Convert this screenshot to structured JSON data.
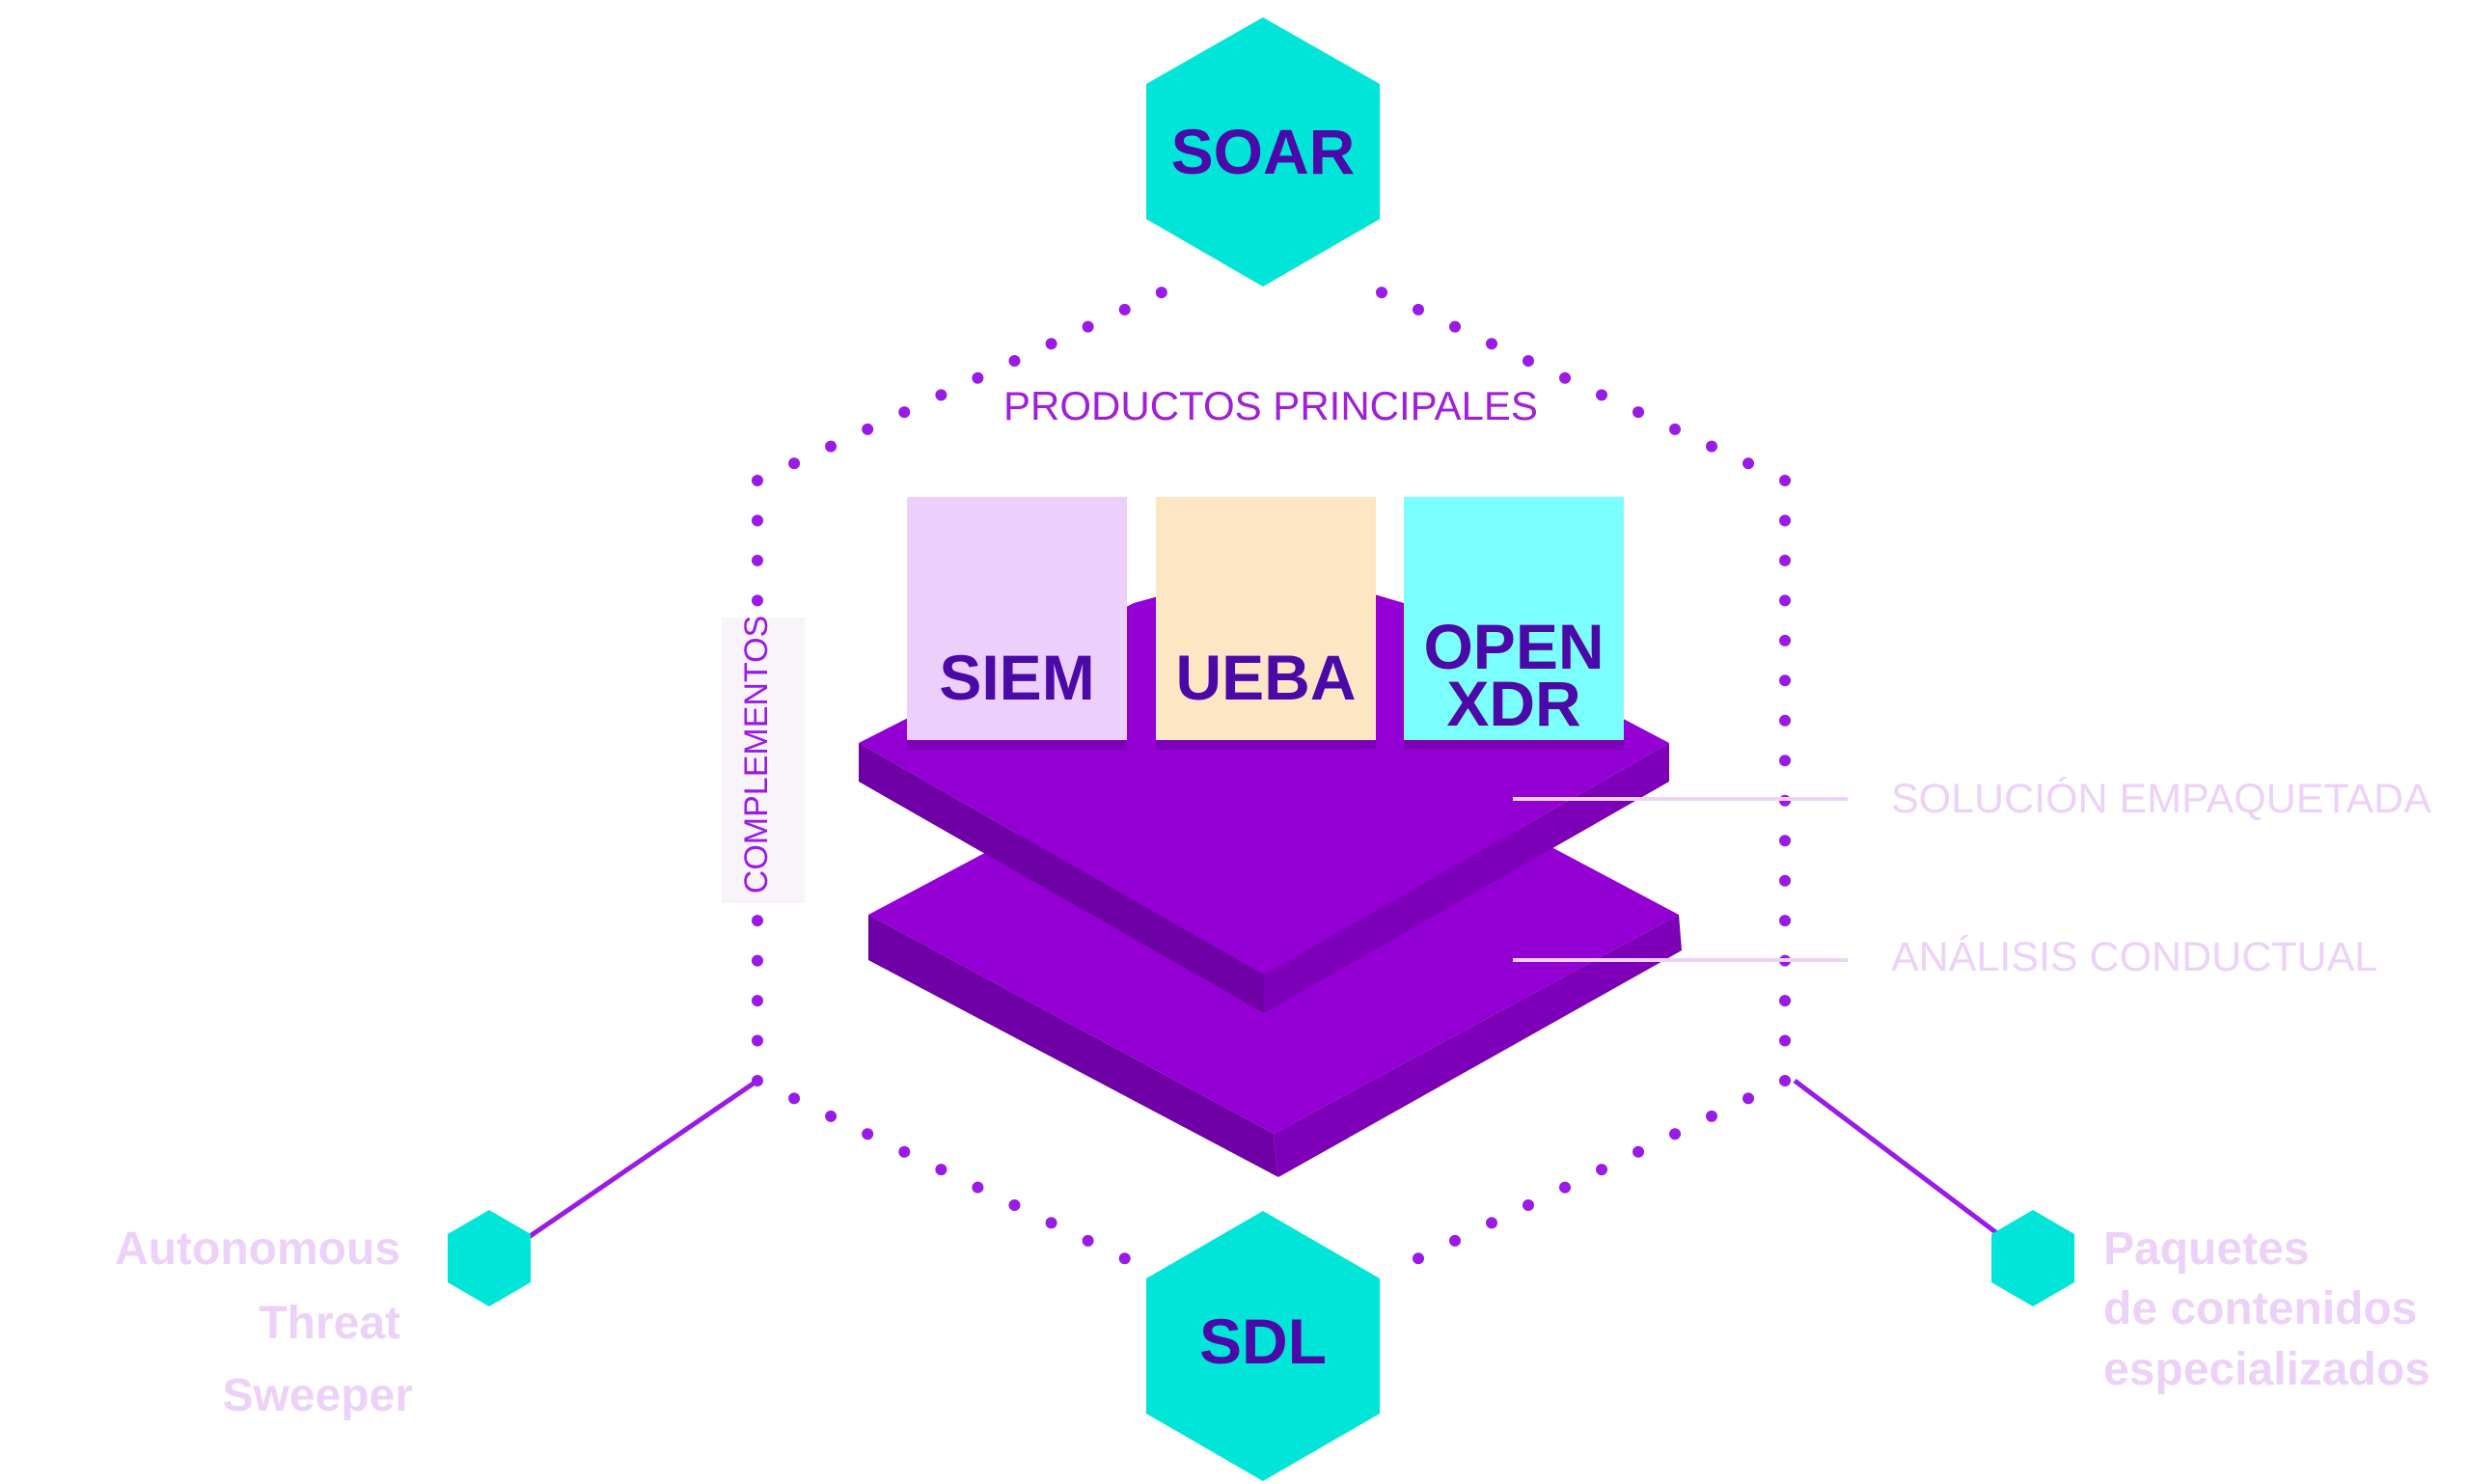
{
  "colors": {
    "purple_top": "#9400D3",
    "purple_side_left": "#6F00A6",
    "purple_side_right": "#7D00B8",
    "dot_purple": "#9A1AE6",
    "cyan": "#00E5D8",
    "navy_text": "#4B0AA8",
    "label_purple": "#A020D8",
    "pale_text": "#EDD2F8",
    "siem_fill": "#EDCFFB",
    "ueba_fill": "#FDE6C4",
    "xdr_fill": "#7CFFFF"
  },
  "hubs": {
    "top": {
      "label": "SOAR"
    },
    "bottom": {
      "label": "SDL"
    }
  },
  "core_title": "PRODUCTOS PRINCIPALES",
  "side_label": "COMPLEMENTOS",
  "products": [
    {
      "line1": "SIEM",
      "line2": ""
    },
    {
      "line1": "UEBA",
      "line2": ""
    },
    {
      "line1": "OPEN",
      "line2": "XDR"
    }
  ],
  "layer_labels": {
    "upper": "SOLUCIÓN EMPAQUETADA",
    "lower": "ANÁLISIS CONDUCTUAL"
  },
  "addons": {
    "left": {
      "lines": [
        "Autonomous",
        "Threat",
        "Sweeper"
      ]
    },
    "right": {
      "lines": [
        "Paquetes",
        "de contenidos",
        "especializados"
      ]
    }
  }
}
